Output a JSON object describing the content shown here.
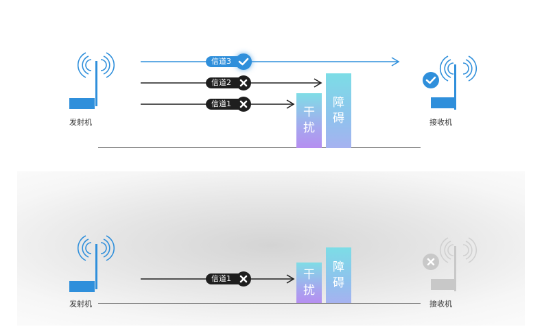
{
  "top_panel": {
    "transmitter_label": "发射机",
    "receiver_label": "接收机",
    "channels": [
      {
        "label": "信道3",
        "status": "ok"
      },
      {
        "label": "信道2",
        "status": "blocked"
      },
      {
        "label": "信道1",
        "status": "blocked"
      }
    ],
    "interference": {
      "chars": [
        "干",
        "扰"
      ]
    },
    "obstacle": {
      "chars": [
        "障",
        "碍"
      ]
    },
    "receiver_status": "ok"
  },
  "bottom_panel": {
    "transmitter_label": "发射机",
    "receiver_label": "接收机",
    "channels": [
      {
        "label": "信道1",
        "status": "blocked"
      }
    ],
    "interference": {
      "chars": [
        "干",
        "扰"
      ]
    },
    "obstacle": {
      "chars": [
        "障",
        "碍"
      ]
    },
    "receiver_status": "failed"
  },
  "colors": {
    "accent_blue": "#2f8fdb",
    "dark": "#1e1e1e",
    "disabled_gray": "#c8c8c8",
    "line": "#666666"
  },
  "icons": [
    "antenna-icon",
    "check-icon",
    "close-icon"
  ]
}
